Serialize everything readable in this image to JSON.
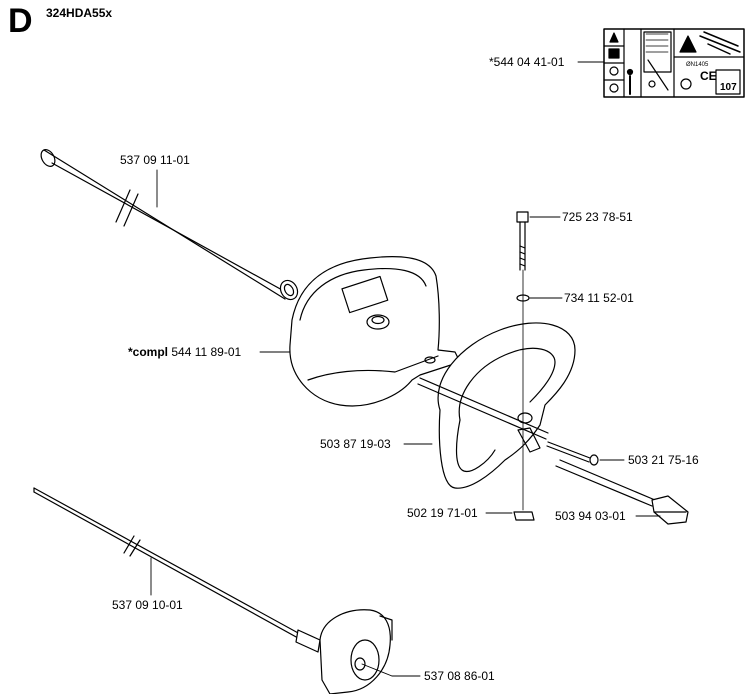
{
  "header": {
    "section_letter": "D",
    "model": "324HDA55x"
  },
  "decal": {
    "text_a": "ØN1405",
    "text_b": "CE",
    "text_c": "107"
  },
  "parts": [
    {
      "id": "decal",
      "number": "*544 04 41-01"
    },
    {
      "id": "shaft-tube",
      "number": "537 09 11-01"
    },
    {
      "id": "bolt",
      "number": "725 23 78-51"
    },
    {
      "id": "washer",
      "number": "734 11 52-01"
    },
    {
      "id": "guard",
      "prefix": "*compl",
      "number": "544 11 89-01"
    },
    {
      "id": "handle",
      "number": "503 87 19-03"
    },
    {
      "id": "screw",
      "number": "503 21 75-16"
    },
    {
      "id": "nut",
      "number": "502 19 71-01"
    },
    {
      "id": "handle-holder",
      "number": "503 94 03-01"
    },
    {
      "id": "drive-shaft",
      "number": "537 09 10-01"
    },
    {
      "id": "bearing-housing",
      "number": "537 08 86-01"
    }
  ]
}
